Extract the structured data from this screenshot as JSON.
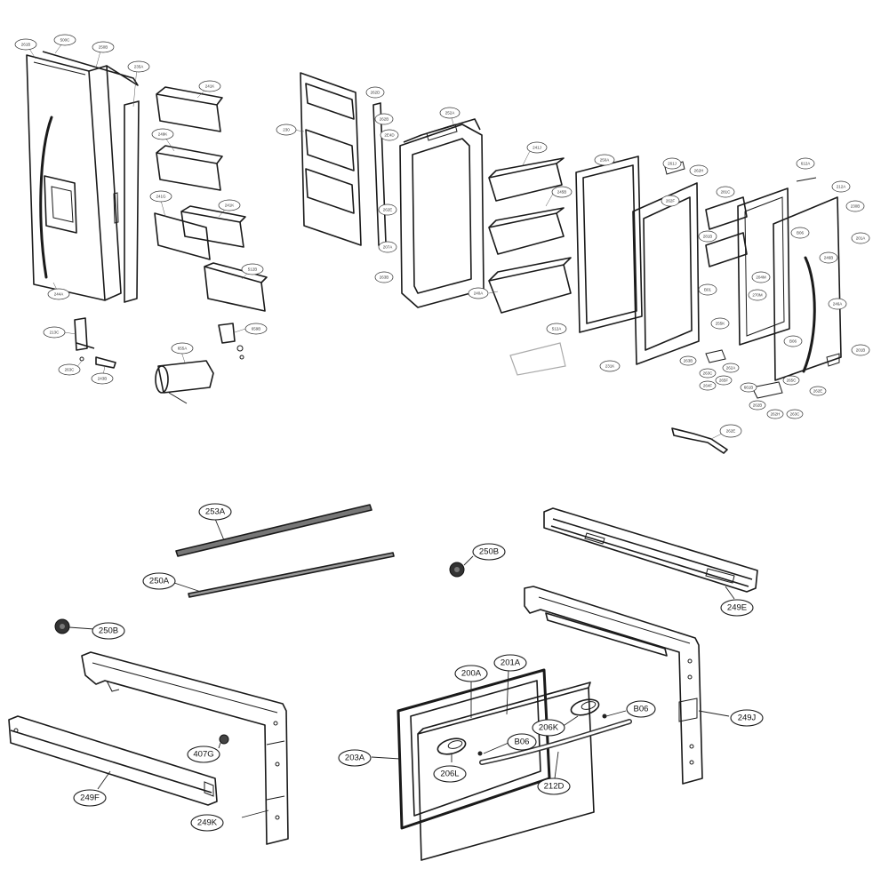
{
  "callouts": {
    "c253A": "253A",
    "c250A": "250A",
    "c250B_center": "250B",
    "c250B_left": "250B",
    "c249E": "249E",
    "c249J": "249J",
    "c249F": "249F",
    "c249K": "249K",
    "c407G": "407G",
    "c203A": "203A",
    "c200A": "200A",
    "c201A": "201A",
    "c206K": "206K",
    "cB06_right": "B06",
    "cB06_center": "B06",
    "c206L": "206L",
    "c212D": "212D"
  }
}
